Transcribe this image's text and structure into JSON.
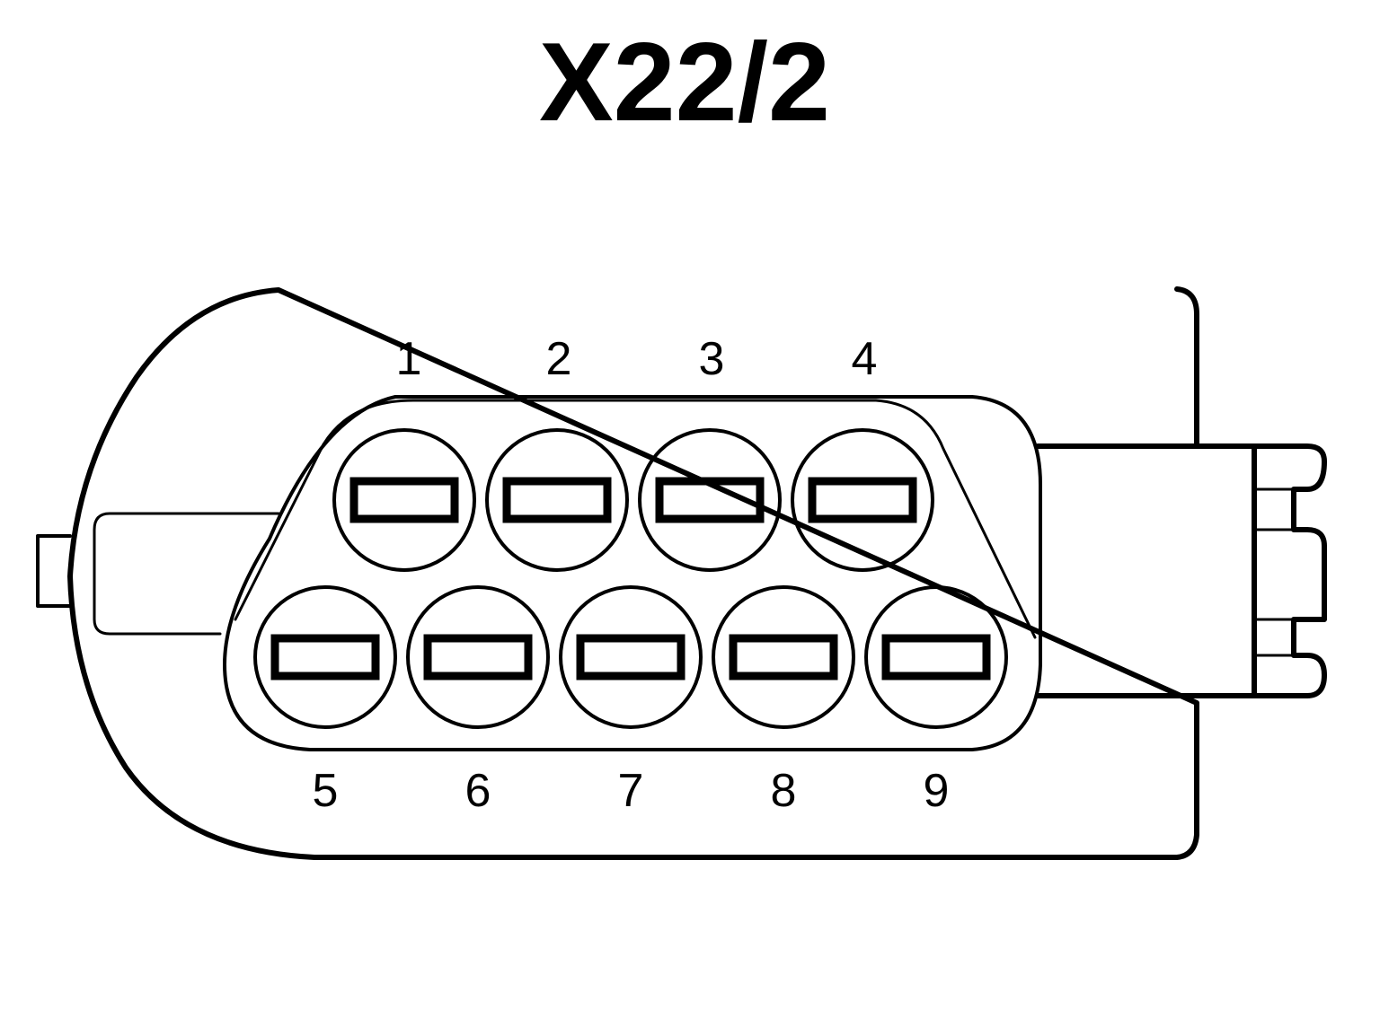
{
  "connector": {
    "title": "X22/2",
    "colors": {
      "stroke": "#000000",
      "background": "#ffffff"
    },
    "pins_top": [
      "1",
      "2",
      "3",
      "4"
    ],
    "pins_bottom": [
      "5",
      "6",
      "7",
      "8",
      "9"
    ]
  }
}
